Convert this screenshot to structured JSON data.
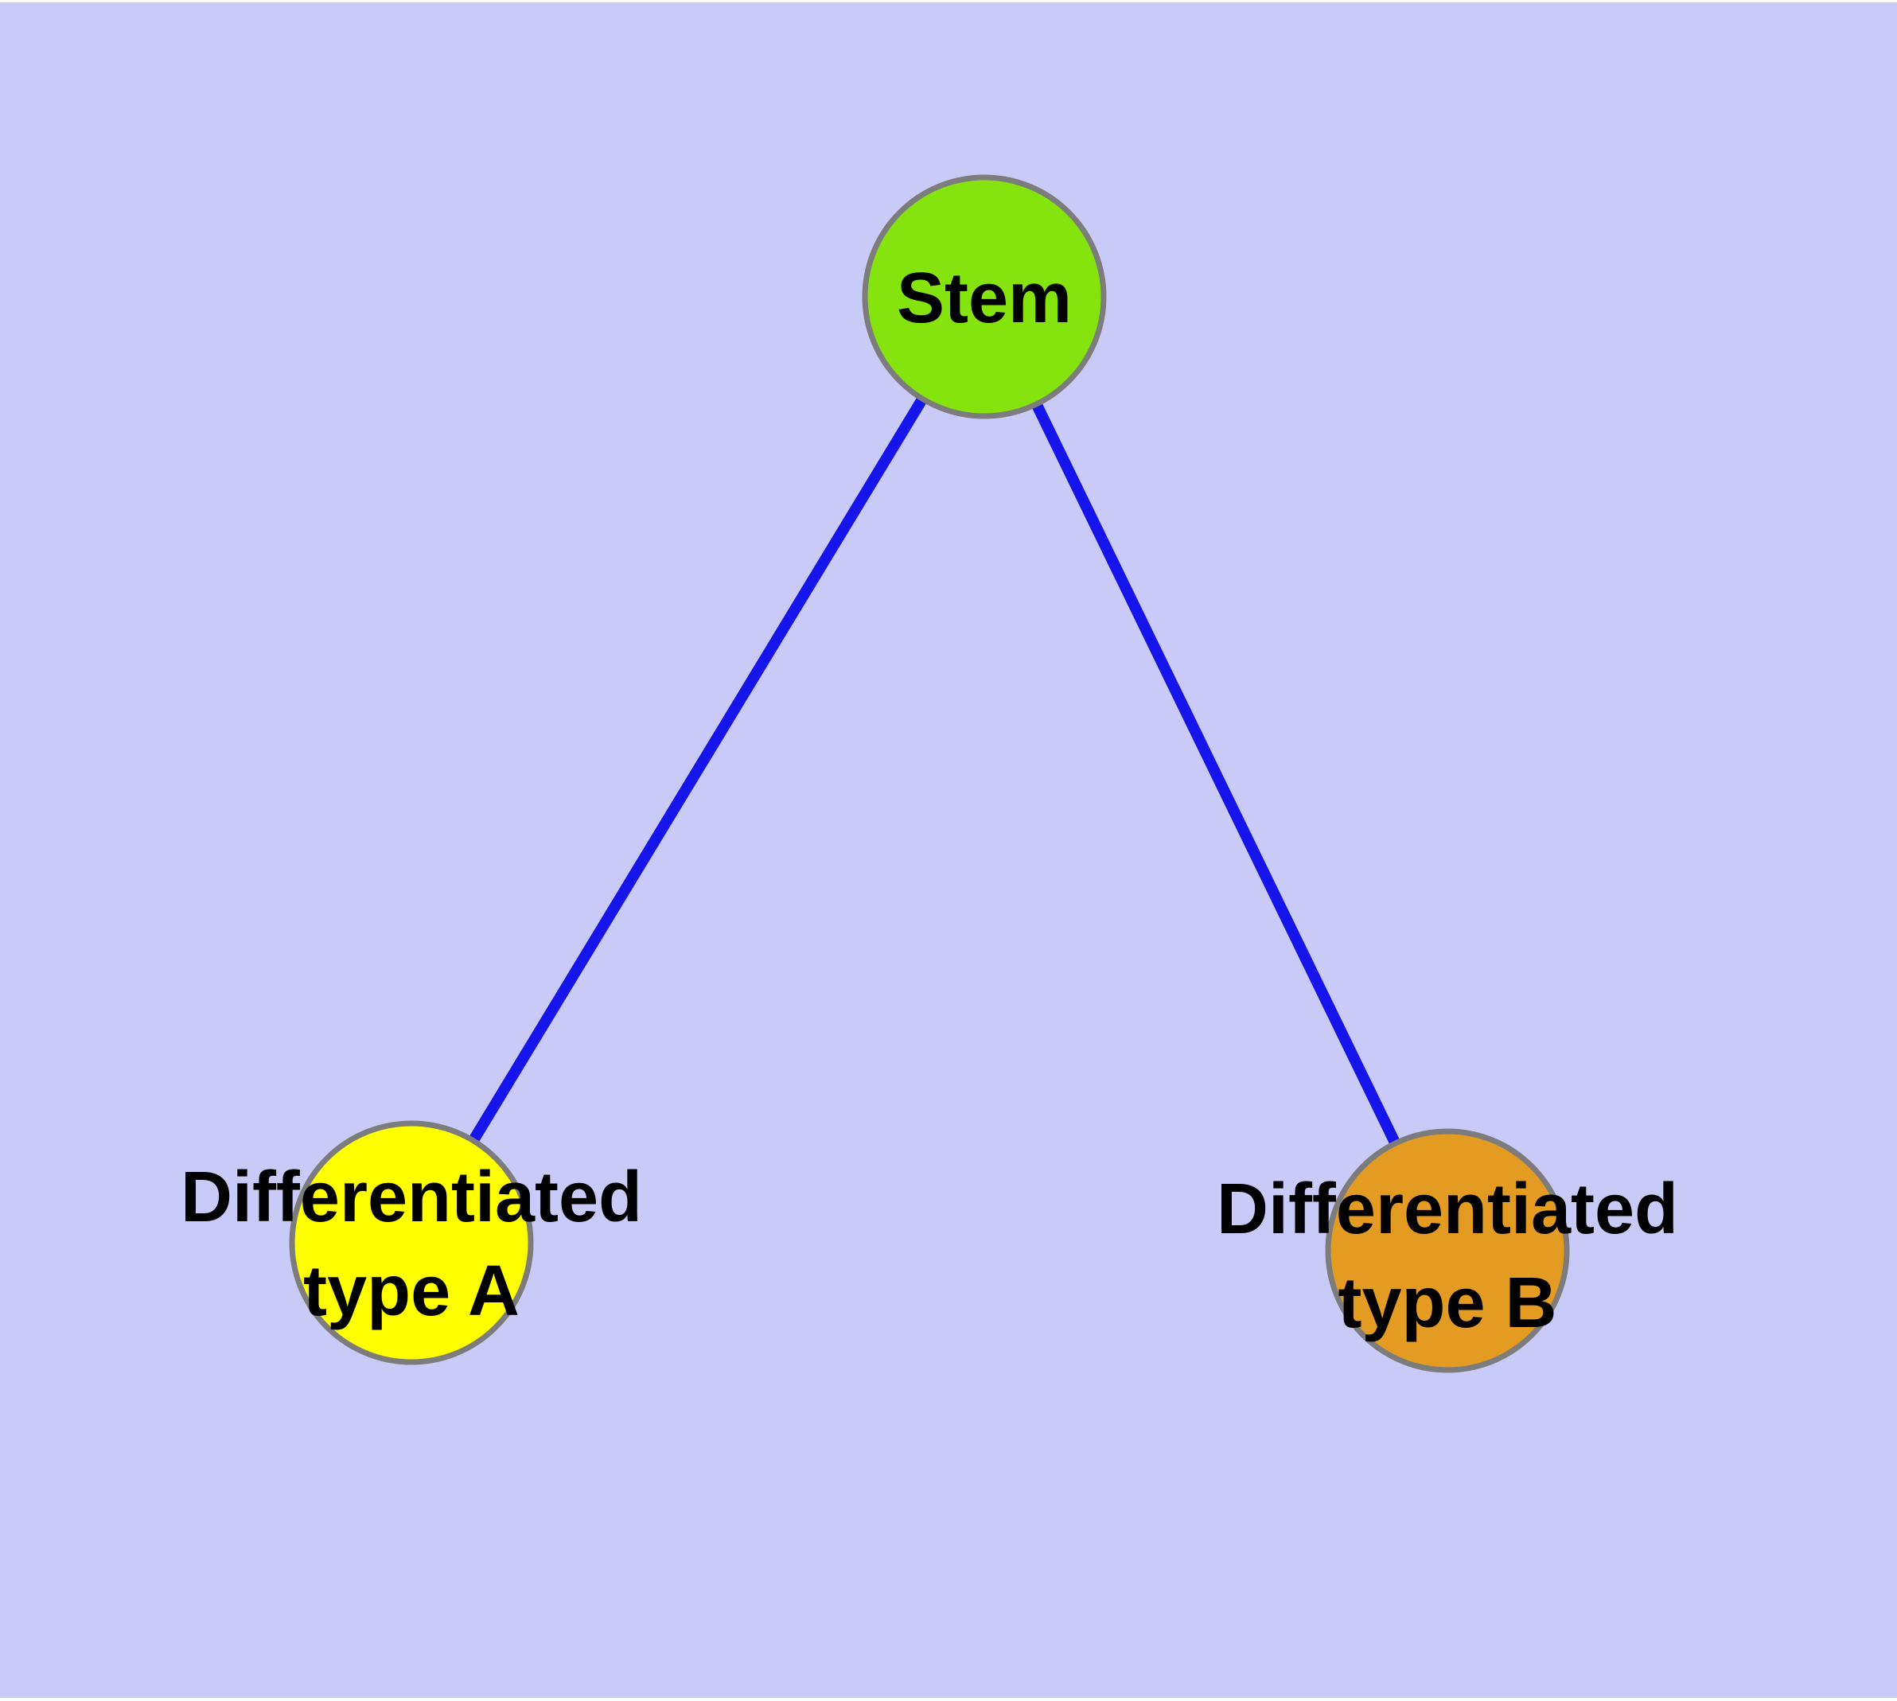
{
  "diagram": {
    "type": "graph",
    "description": "Stem cell differentiation tree: one stem node connected to two differentiated cell type nodes",
    "page_margin_color": "#FFFFFF",
    "background_color": "#CACAF8",
    "edge_color": "#1414EB",
    "node_border_color": "#7C7C7C",
    "label_color": "#000000",
    "nodes": [
      {
        "id": "stem",
        "label": "Stem",
        "line1": "Stem",
        "line2": "",
        "fill": "#85E40D"
      },
      {
        "id": "differentiated-type-a",
        "label": "Differentiated type A",
        "line1": "Differentiated",
        "line2": "type A",
        "fill": "#FFFF00"
      },
      {
        "id": "differentiated-type-b",
        "label": "Differentiated type B",
        "line1": "Differentiated",
        "line2": "type B",
        "fill": "#E49B21"
      }
    ],
    "edges": [
      {
        "from": "Stem",
        "to": "Differentiated type A"
      },
      {
        "from": "Stem",
        "to": "Differentiated type B"
      }
    ]
  }
}
